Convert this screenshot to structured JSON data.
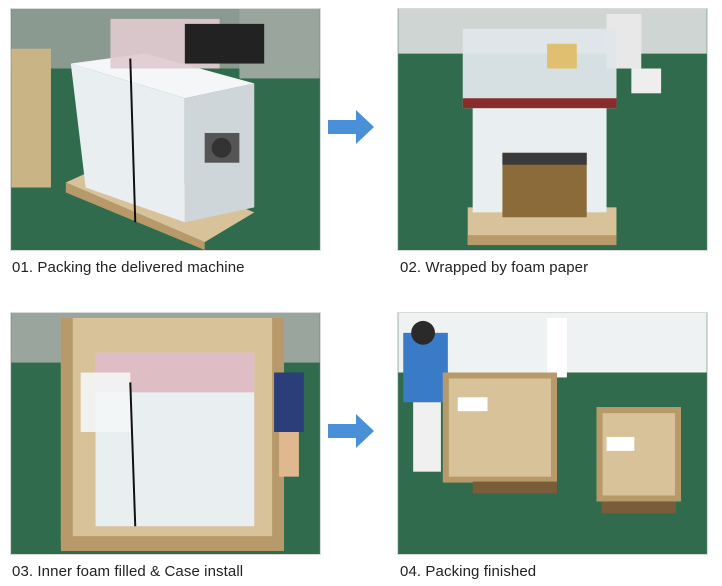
{
  "steps": [
    {
      "caption": "01. Packing the delivered machine"
    },
    {
      "caption": "02. Wrapped by foam paper"
    },
    {
      "caption": "03. Inner foam filled & Case install"
    },
    {
      "caption": "04. Packing finished"
    }
  ],
  "colors": {
    "arrow": "#4a90d9",
    "floor": "#2f6b4c",
    "wood": "#d8c29a"
  },
  "icons": [
    "arrow-right-icon",
    "arrow-right-icon"
  ]
}
